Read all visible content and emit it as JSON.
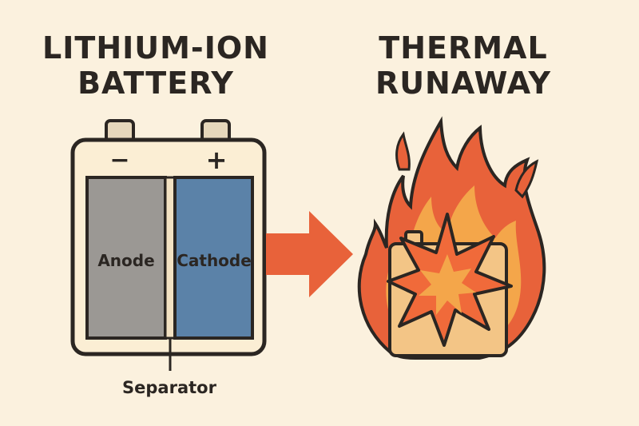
{
  "left_title": {
    "line1": "LITHIUM-ION",
    "line2": "BATTERY"
  },
  "right_title": {
    "line1": "THERMAL",
    "line2": "RUNAWAY"
  },
  "battery": {
    "negative_symbol": "−",
    "positive_symbol": "+",
    "anode_label": "Anode",
    "cathode_label": "Cathode",
    "separator_label": "Separator"
  },
  "colors": {
    "background": "#fbf1de",
    "outline": "#2b2622",
    "anode": "#9b9894",
    "cathode": "#5b82a8",
    "separator": "#f3e2c2",
    "arrow": "#e8623a",
    "flame_outer": "#e8623a",
    "flame_inner": "#f4a64a",
    "burst": "#f06a3a",
    "burning_cell": "#f3c586"
  }
}
